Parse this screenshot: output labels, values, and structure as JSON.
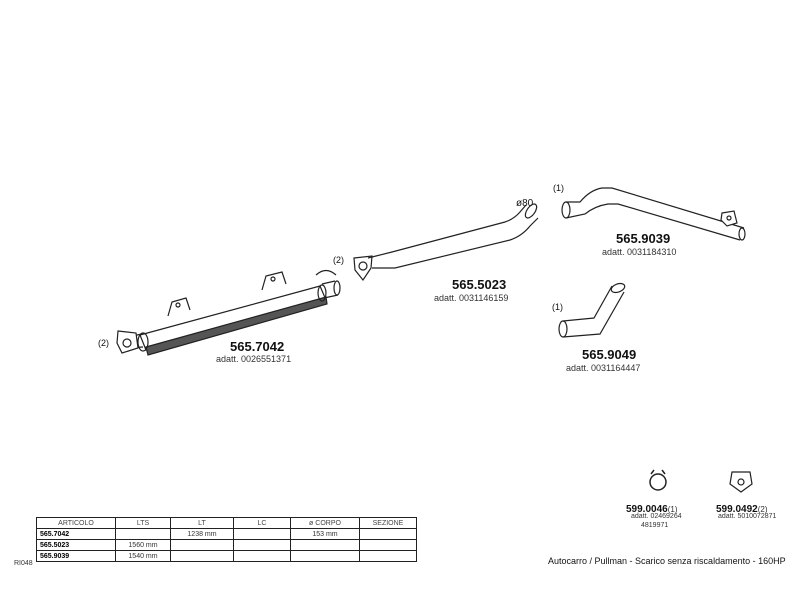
{
  "parts": {
    "muffler": {
      "code": "565.7042",
      "ref": "adatt. 0026551371",
      "position_tag": "(2)"
    },
    "mid_pipe": {
      "code": "565.5023",
      "ref": "adatt. 0031146159",
      "position_tag": "(2)",
      "diameter": "ø80"
    },
    "tail_pipe": {
      "code": "565.9039",
      "ref": "adatt. 0031184310",
      "position_tag": "(1)"
    },
    "elbow_pipe": {
      "code": "565.9049",
      "ref": "adatt. 0031164447",
      "position_tag": "(1)"
    }
  },
  "accessories": {
    "clamp": {
      "code": "599.0046",
      "note": "(1)",
      "ref1": "adatt. 02469264",
      "ref2": "4819971"
    },
    "gasket": {
      "code": "599.0492",
      "note": "(2)",
      "ref1": "adatt. 5010072871"
    }
  },
  "table": {
    "headers": [
      "ARTICOLO",
      "LTS",
      "LT",
      "LC",
      "ø CORPO",
      "SEZIONE"
    ],
    "rows": [
      [
        "565.7042",
        "",
        "1238 mm",
        "",
        "153 mm",
        ""
      ],
      [
        "565.5023",
        "1560 mm",
        "",
        "",
        "",
        ""
      ],
      [
        "565.9039",
        "1540 mm",
        "",
        "",
        "",
        ""
      ]
    ],
    "side_code": "RI048"
  },
  "caption": "Autocarro / Pullman - Scarico senza riscaldamento - 160HP"
}
